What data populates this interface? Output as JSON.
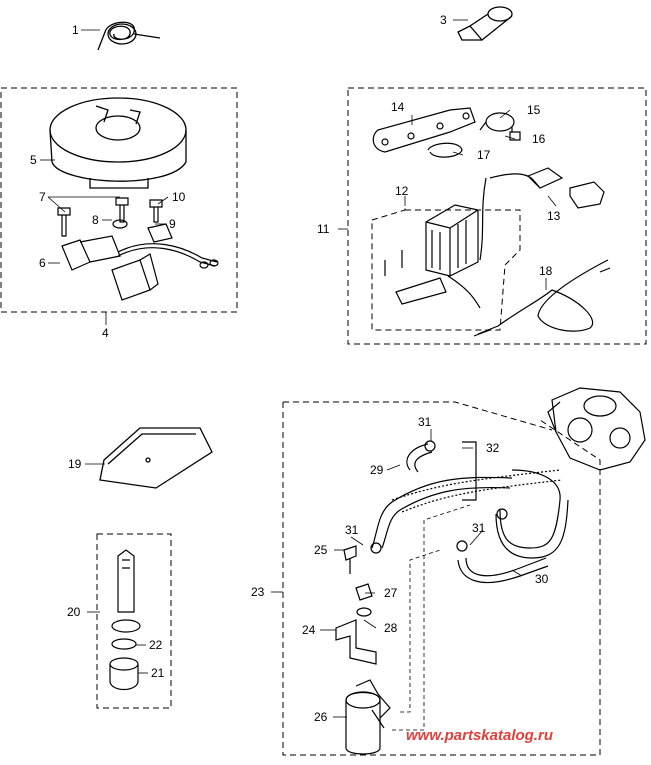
{
  "labels": {
    "p1": "1",
    "p3": "3",
    "p4": "4",
    "p5": "5",
    "p6": "6",
    "p7": "7",
    "p8": "8",
    "p9": "9",
    "p10": "10",
    "p11": "11",
    "p12": "12",
    "p13": "13",
    "p14": "14",
    "p15": "15",
    "p16": "16",
    "p17": "17",
    "p18": "18",
    "p19": "19",
    "p20": "20",
    "p21": "21",
    "p22": "22",
    "p23": "23",
    "p24": "24",
    "p25": "25",
    "p26": "26",
    "p27": "27",
    "p28": "28",
    "p29": "29",
    "p30": "30",
    "p31a": "31",
    "p31b": "31",
    "p31c": "31",
    "p32": "32"
  },
  "watermark": "www.partskatalog.ru"
}
